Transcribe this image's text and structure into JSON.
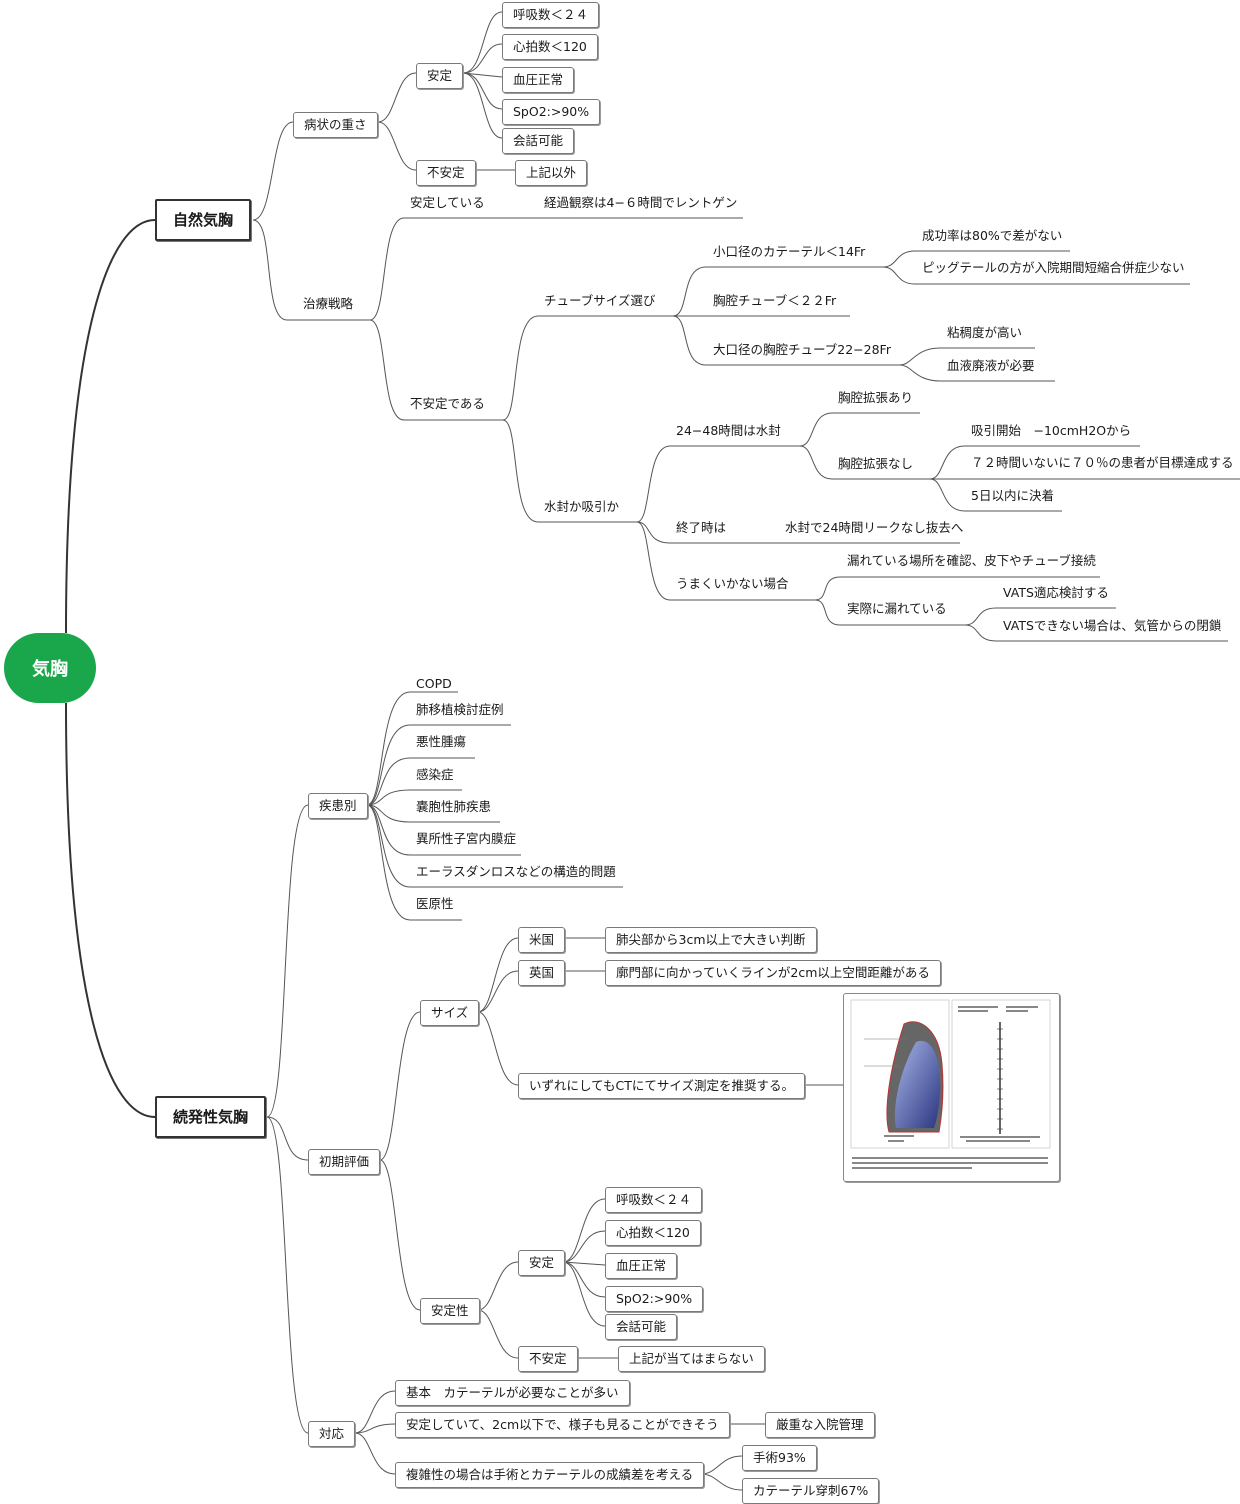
{
  "root": "気胸",
  "colors": {
    "root": "#1aa64a",
    "line": "#555555"
  },
  "spontaneous": {
    "title": "自然気胸",
    "severity": {
      "label": "病状の重さ",
      "stable": {
        "label": "安定",
        "items": [
          "呼吸数＜２４",
          "心拍数＜120",
          "血圧正常",
          "SpO2:>90%",
          "会話可能"
        ]
      },
      "unstable": {
        "label": "不安定",
        "item": "上記以外"
      }
    },
    "treatment": {
      "label": "治療戦略",
      "stable": {
        "label": "安定している",
        "item": "経過観察は4−６時間でレントゲン"
      },
      "unstable": {
        "label": "不安定である",
        "tube": {
          "label": "チューブサイズ選び",
          "small": {
            "label": "小口径のカテーテル＜14Fr",
            "notes": [
              "成功率は80%で差がない",
              "ピッグテールの方が入院期間短縮合併症少ない"
            ]
          },
          "chest": "胸腔チューブ＜２２Fr",
          "large": {
            "label": "大口径の胸腔チューブ22−28Fr",
            "notes": [
              "粘稠度が高い",
              "血液廃液が必要"
            ]
          }
        },
        "seal": {
          "label": "水封か吸引か",
          "water": {
            "label": "24−48時間は水封",
            "expand": "胸腔拡張あり",
            "noexpand": {
              "label": "胸腔拡張なし",
              "items": [
                "吸引開始　−10cmH2Oから",
                "７２時間いないに７０％の患者が目標達成する",
                "5日以内に決着"
              ]
            }
          },
          "end": {
            "label": "終了時は",
            "item": "水封で24時間リークなし抜去へ"
          },
          "fail": {
            "label": "うまくいかない場合",
            "check": "漏れている場所を確認、皮下やチューブ接続",
            "leak": {
              "label": "実際に漏れている",
              "items": [
                "VATS適応検討する",
                "VATSできない場合は、気管からの閉鎖"
              ]
            }
          }
        }
      }
    }
  },
  "secondary": {
    "title": "続発性気胸",
    "disease": {
      "label": "疾患別",
      "items": [
        "COPD",
        "肺移植検討症例",
        "悪性腫瘍",
        "感染症",
        "嚢胞性肺疾患",
        "異所性子宮内膜症",
        "エーラスダンロスなどの構造的問題",
        "医原性"
      ]
    },
    "initial": {
      "label": "初期評価",
      "size": {
        "label": "サイズ",
        "us": {
          "label": "米国",
          "item": "肺尖部から3cm以上で大きい判断"
        },
        "uk": {
          "label": "英国",
          "item": "廓門部に向かっていくラインが2cm以上空間距離がある"
        },
        "ct": "いずれにしてもCTにてサイズ測定を推奨する。"
      },
      "stability": {
        "label": "安定性",
        "stable": {
          "label": "安定",
          "items": [
            "呼吸数＜２４",
            "心拍数＜120",
            "血圧正常",
            "SpO2:>90%",
            "会話可能"
          ]
        },
        "unstable": {
          "label": "不安定",
          "item": "上記が当てはまらない"
        }
      }
    },
    "response": {
      "label": "対応",
      "basic": "基本　カテーテルが必要なことが多い",
      "stable": {
        "label": "安定していて、2cm以下で、様子も見ることができそう",
        "item": "厳重な入院管理"
      },
      "complex": {
        "label": "複雑性の場合は手術とカテーテルの成績差を考える",
        "items": [
          "手術93%",
          "カテーテル穿刺67%"
        ]
      }
    }
  }
}
